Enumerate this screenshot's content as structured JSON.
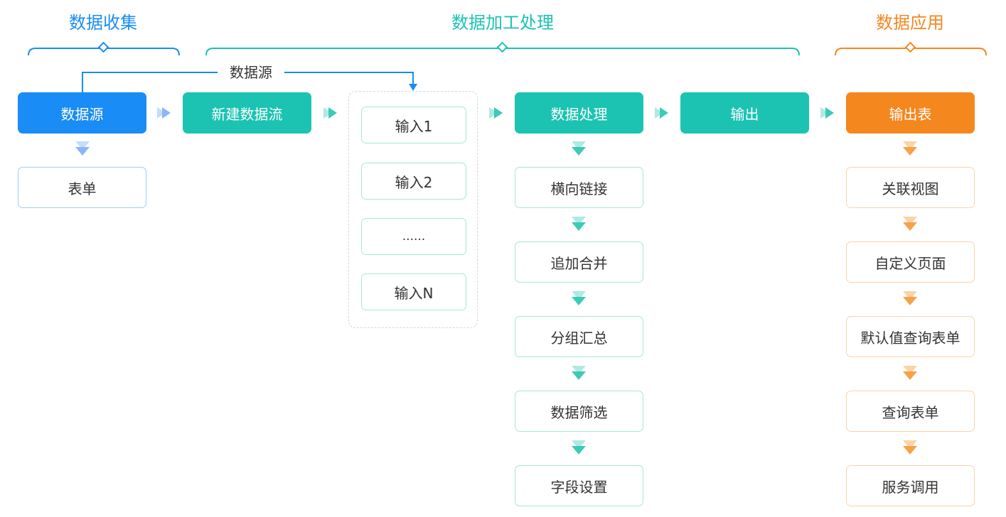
{
  "colors": {
    "blue": "#1a8cf5",
    "teal": "#1cc3b2",
    "orange": "#f5871f",
    "blue_light": "#9fd0f3",
    "teal_light": "#a7e6da",
    "orange_light": "#fbd3ad"
  },
  "sections": {
    "collect": "数据收集",
    "process": "数据加工处理",
    "apply": "数据应用"
  },
  "source_link_label": "数据源",
  "collect": {
    "source": "数据源",
    "form": "表单"
  },
  "process": {
    "new_flow": "新建数据流",
    "inputs": [
      "输入1",
      "输入2",
      "......",
      "输入N"
    ],
    "data_processing": "数据处理",
    "steps": [
      "横向链接",
      "追加合并",
      "分组汇总",
      "数据筛选",
      "字段设置"
    ],
    "output": "输出"
  },
  "apply": {
    "output_table": "输出表",
    "steps": [
      "关联视图",
      "自定义页面",
      "默认值查询表单",
      "查询表单",
      "服务调用"
    ]
  }
}
